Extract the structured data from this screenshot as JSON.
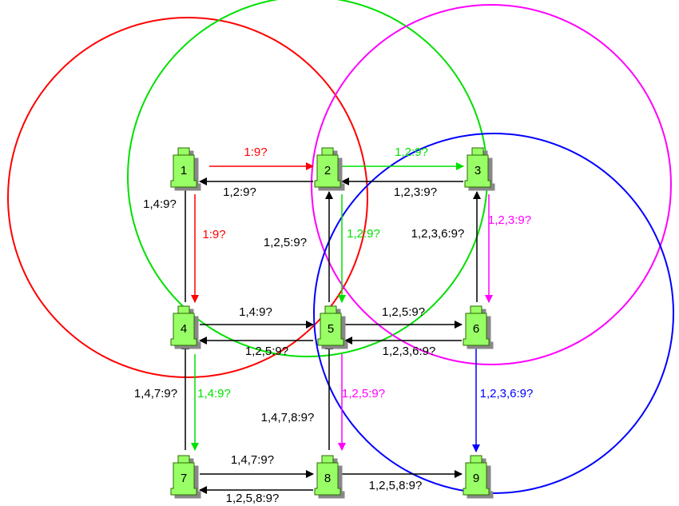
{
  "colors": {
    "red": "#ff0000",
    "green": "#00e000",
    "magenta": "#ff00ff",
    "blue": "#0000ff",
    "black": "#000000",
    "node_fill": "#99ff66",
    "node_shadow": "#888888"
  },
  "circles": [
    {
      "id": "red-range",
      "color": "red"
    },
    {
      "id": "green-range",
      "color": "green"
    },
    {
      "id": "magenta-range",
      "color": "magenta"
    },
    {
      "id": "blue-range",
      "color": "blue"
    }
  ],
  "nodes": [
    {
      "id": "1",
      "label": "1"
    },
    {
      "id": "2",
      "label": "2"
    },
    {
      "id": "3",
      "label": "3"
    },
    {
      "id": "4",
      "label": "4"
    },
    {
      "id": "5",
      "label": "5"
    },
    {
      "id": "6",
      "label": "6"
    },
    {
      "id": "7",
      "label": "7"
    },
    {
      "id": "8",
      "label": "8"
    },
    {
      "id": "9",
      "label": "9"
    }
  ],
  "edges": [
    {
      "from": "1",
      "to": "2",
      "color": "red",
      "label": "1:9?"
    },
    {
      "from": "2",
      "to": "1",
      "color": "black",
      "label": "1,2:9?"
    },
    {
      "from": "2",
      "to": "3",
      "color": "green",
      "label": "1,2:9?"
    },
    {
      "from": "3",
      "to": "2",
      "color": "black",
      "label": "1,2,3:9?"
    },
    {
      "from": "1",
      "to": "4",
      "color": "red",
      "label": "1:9?"
    },
    {
      "from": "4",
      "to": "1",
      "color": "black",
      "label": "1,4:9?"
    },
    {
      "from": "2",
      "to": "5",
      "color": "green",
      "label": "1,2:9?"
    },
    {
      "from": "5",
      "to": "2",
      "color": "black",
      "label": "1,2,5:9?"
    },
    {
      "from": "3",
      "to": "6",
      "color": "magenta",
      "label": "1,2,3:9?"
    },
    {
      "from": "6",
      "to": "3",
      "color": "black",
      "label": "1,2,3,6:9?"
    },
    {
      "from": "4",
      "to": "5",
      "color": "black",
      "label": "1,4:9?"
    },
    {
      "from": "5",
      "to": "4",
      "color": "black",
      "label": "1,2,5:9?"
    },
    {
      "from": "5",
      "to": "6",
      "color": "black",
      "label": "1,2,5:9?"
    },
    {
      "from": "6",
      "to": "5",
      "color": "black",
      "label": "1,2,3,6:9?"
    },
    {
      "from": "4",
      "to": "7",
      "color": "green",
      "label": "1,4:9?"
    },
    {
      "from": "7",
      "to": "4",
      "color": "black",
      "label": "1,4,7:9?"
    },
    {
      "from": "5",
      "to": "8",
      "color": "magenta",
      "label": "1,2,5:9?"
    },
    {
      "from": "8",
      "to": "5",
      "color": "black",
      "label": "1,4,7,8:9?"
    },
    {
      "from": "6",
      "to": "9",
      "color": "blue",
      "label": "1,2,3,6:9?"
    },
    {
      "from": "7",
      "to": "8",
      "color": "black",
      "label": "1,4,7:9?"
    },
    {
      "from": "8",
      "to": "7",
      "color": "black",
      "label": "1,2,5,8:9?"
    },
    {
      "from": "8",
      "to": "9",
      "color": "black",
      "label": "1,2,5,8:9?"
    }
  ]
}
